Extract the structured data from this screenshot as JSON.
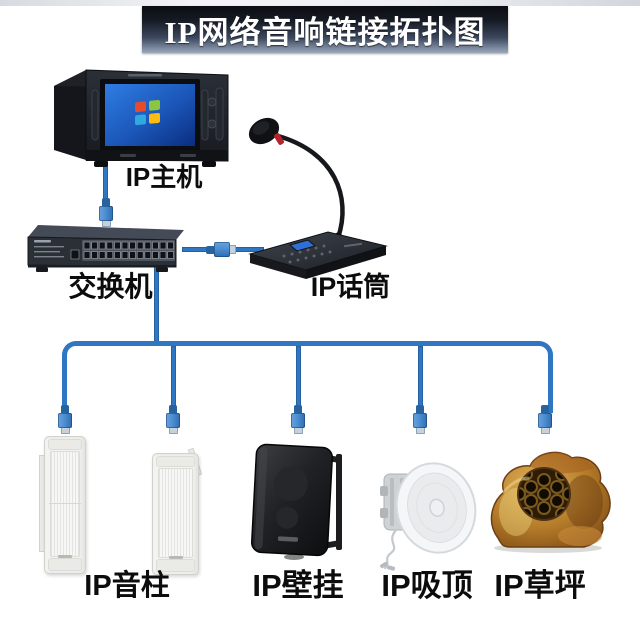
{
  "title": "IP网络音响链接拓扑图",
  "labels": {
    "host": "IP主机",
    "switch": "交换机",
    "microphone": "IP话筒",
    "column_speaker": "IP音柱",
    "wall_speaker": "IP壁挂",
    "ceiling_speaker": "IP吸顶",
    "lawn_speaker": "IP草坪"
  },
  "diagram": {
    "type": "network-topology",
    "nodes": [
      {
        "id": "host",
        "label": "IP主机",
        "icon": "rack-host-computer-icon",
        "appearance": "black rack unit with monitor showing Windows desktop"
      },
      {
        "id": "switch",
        "label": "交换机",
        "icon": "24-port-network-switch-icon",
        "appearance": "black 24-port rack switch"
      },
      {
        "id": "microphone",
        "label": "IP话筒",
        "icon": "gooseneck-paging-microphone-icon",
        "appearance": "black desktop paging mic with gooseneck and small blue display"
      },
      {
        "id": "column_speaker",
        "label": "IP音柱",
        "count": 2,
        "icon": "column-speaker-icon",
        "appearance": "two white outdoor column speakers"
      },
      {
        "id": "wall_speaker",
        "label": "IP壁挂",
        "count": 1,
        "icon": "wall-mount-speaker-icon",
        "appearance": "black wall-mount cabinet speaker with bracket"
      },
      {
        "id": "ceiling_speaker",
        "label": "IP吸顶",
        "count": 1,
        "icon": "ceiling-speaker-icon",
        "appearance": "white round ceiling speaker with dangling wire"
      },
      {
        "id": "lawn_speaker",
        "label": "IP草坪",
        "count": 1,
        "icon": "rock-lawn-speaker-icon",
        "appearance": "rock-shaped garden speaker with honeycomb grille"
      }
    ],
    "connections": [
      {
        "from": "host",
        "to": "switch"
      },
      {
        "from": "switch",
        "to": "microphone"
      },
      {
        "from": "switch",
        "to": "column_speaker_1"
      },
      {
        "from": "switch",
        "to": "column_speaker_2"
      },
      {
        "from": "switch",
        "to": "wall_speaker"
      },
      {
        "from": "switch",
        "to": "ceiling_speaker"
      },
      {
        "from": "switch",
        "to": "lawn_speaker"
      }
    ]
  },
  "colors": {
    "cable": "#2f77c2",
    "connector_body": "#4d8fd2",
    "connector_tip": "#c5d2de",
    "banner_gradient_top": "#0a0c11",
    "banner_gradient_bottom": "#9aa8bc",
    "banner_text": "#ffffff",
    "label_text": "#0c0c0c",
    "windows_logo": [
      "#e44c2c",
      "#8cc63f",
      "#30a8e0",
      "#fbbc12"
    ]
  }
}
